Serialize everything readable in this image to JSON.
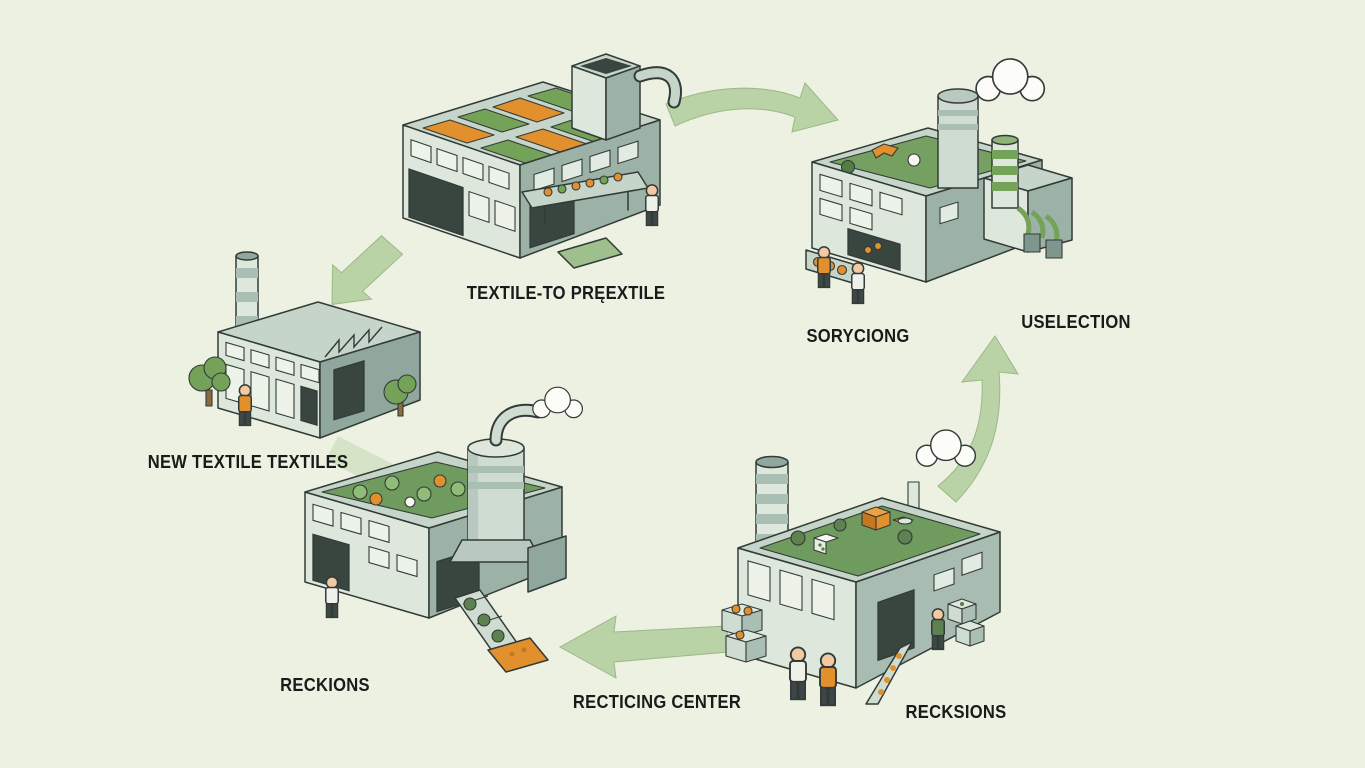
{
  "colors": {
    "background": "#edf1e2",
    "arrow_green": "#b9d2a6",
    "accent_orange": "#e2902e",
    "accent_green": "#74a259",
    "outline": "#333b38"
  },
  "labels": {
    "textile_to_textile": "TEXTILE-TO PRĘEXTILE",
    "sorting": "SORYCIONG",
    "collection": "USELECTION",
    "new_textiles": "NEW TEXTILE TEXTILES",
    "reckions": "RECKIONS",
    "recycling_center": "RECTICING CENTER",
    "recksions": "RECKSIONS"
  }
}
